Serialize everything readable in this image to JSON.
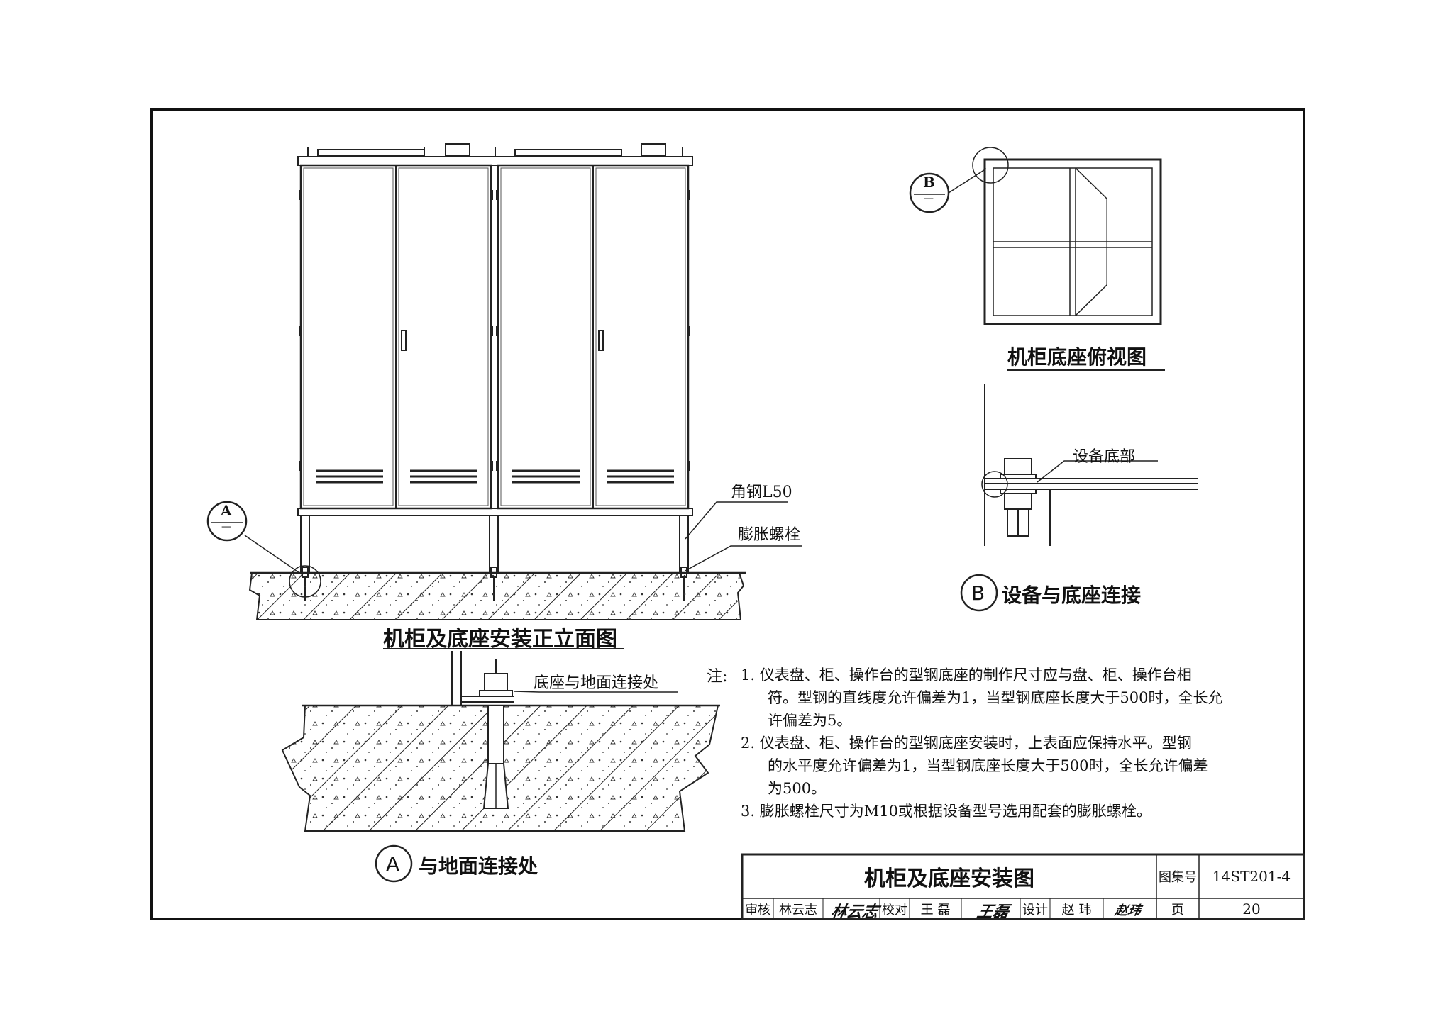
{
  "views": {
    "front_elevation_title": "机柜及底座安装正立面图",
    "top_view_title": "机柜底座俯视图",
    "detail_b_caption": "设备与底座连接",
    "detail_a_caption": "与地面连接处"
  },
  "callouts": {
    "angle_steel": "角钢L50",
    "expansion_bolt": "膨胀螺栓",
    "equipment_bottom": "设备底部",
    "base_ground_connection": "底座与地面连接处"
  },
  "markers": {
    "a_letter": "A",
    "a_sub": "—",
    "b_letter": "B",
    "b_sub": "—"
  },
  "notes": {
    "prefix": "注:",
    "lines": [
      "1. 仪表盘、柜、操作台的型钢底座的制作尺寸应与盘、柜、操作台相",
      "符。型钢的直线度允许偏差为1，当型钢底座长度大于500时，全长允",
      "许偏差为5。",
      "2. 仪表盘、柜、操作台的型钢底座安装时，上表面应保持水平。型钢",
      "的水平度允许偏差为1，当型钢底座长度大于500时，全长允许偏差",
      "为500。",
      "3. 膨胀螺栓尺寸为M10或根据设备型号选用配套的膨胀螺栓。"
    ]
  },
  "title_block": {
    "drawing_title": "机柜及底座安装图",
    "atlas_label": "图集号",
    "atlas_number": "14ST201-4",
    "review_label": "审核",
    "reviewer": "林云志",
    "check_label": "校对",
    "checker": "王 磊",
    "design_label": "设计",
    "designer": "赵 玮",
    "page_label": "页",
    "page_number": "20"
  }
}
